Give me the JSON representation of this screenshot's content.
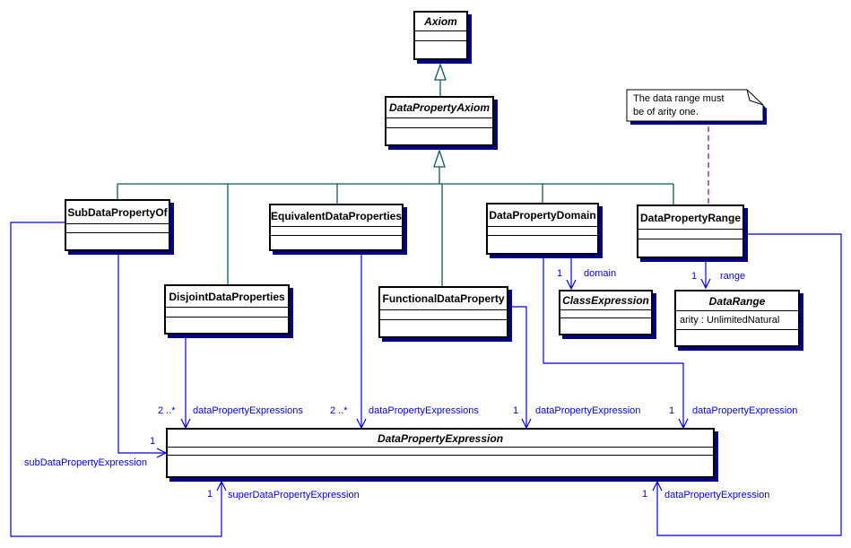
{
  "diagram_type": "uml-class-diagram",
  "colors": {
    "background": "#ffffff",
    "class_border": "#000000",
    "shadow": "#000082",
    "generalization_line": "#0c5a5a",
    "association_line": "#0202dd",
    "association_label": "#0202dd",
    "note_link_dashed": "#993399"
  },
  "classes": {
    "axiom": {
      "name": "Axiom",
      "abstract": true
    },
    "dataPropertyAxiom": {
      "name": "DataPropertyAxiom",
      "abstract": true
    },
    "subDataPropertyOf": {
      "name": "SubDataPropertyOf",
      "abstract": false
    },
    "equivalentDataProperties": {
      "name": "EquivalentDataProperties",
      "abstract": false
    },
    "disjointDataProperties": {
      "name": "DisjointDataProperties",
      "abstract": false
    },
    "functionalDataProperty": {
      "name": "FunctionalDataProperty",
      "abstract": false
    },
    "dataPropertyDomain": {
      "name": "DataPropertyDomain",
      "abstract": false
    },
    "dataPropertyRange": {
      "name": "DataPropertyRange",
      "abstract": false
    },
    "classExpression": {
      "name": "ClassExpression",
      "abstract": true
    },
    "dataRange": {
      "name": "DataRange",
      "abstract": true,
      "attributes": [
        "arity : UnlimitedNatural"
      ]
    },
    "dataPropertyExpression": {
      "name": "DataPropertyExpression",
      "abstract": true
    }
  },
  "note": {
    "line1": "The data range must",
    "line2": "be of arity one."
  },
  "edge_labels": {
    "disjoint_mult": "2 ..*",
    "disjoint_end": "dataPropertyExpressions",
    "equivalent_mult": "2 ..*",
    "equivalent_end": "dataPropertyExpressions",
    "functional_mult": "1",
    "functional_end": "dataPropertyExpression",
    "domain_assoc_mult": "1",
    "domain_assoc_end": "dataPropertyExpression",
    "range_assoc_mult": "1",
    "range_assoc_end": "dataPropertyExpression",
    "domain_mult": "1",
    "domain_end": "domain",
    "range_mult": "1",
    "range_end": "range",
    "sub_mult": "1",
    "sub_end": "subDataPropertyExpression",
    "super_mult": "1",
    "super_end": "superDataPropertyExpression"
  }
}
